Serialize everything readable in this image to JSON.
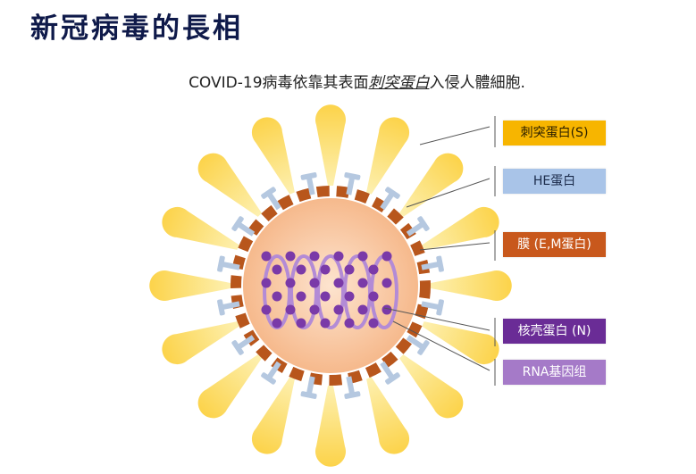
{
  "title": "新冠病毒的長相",
  "subtitle": {
    "prefix": "COVID-19病毒依靠其表面",
    "emphasis": "刺突蛋白",
    "suffix": "入侵人體細胞."
  },
  "labels": [
    {
      "text": "刺突蛋白(S)",
      "bg": "#f7b500",
      "fg": "#2a1e00"
    },
    {
      "text": "HE蛋白",
      "bg": "#a9c4e8",
      "fg": "#1a2a4a"
    },
    {
      "text": "膜 (E,M蛋白)",
      "bg": "#c8581c",
      "fg": "#ffffff"
    },
    {
      "text": "核壳蛋白 (N)",
      "bg": "#6a2c96",
      "fg": "#ffffff"
    },
    {
      "text": "RNA基因组",
      "bg": "#a57ac8",
      "fg": "#ffffff"
    }
  ],
  "colors": {
    "spike": "#f9c535",
    "membrane": "#b8561c",
    "he": "#b5c8e0",
    "core": "#f9c9a4",
    "rna": "#7a3aa8"
  }
}
